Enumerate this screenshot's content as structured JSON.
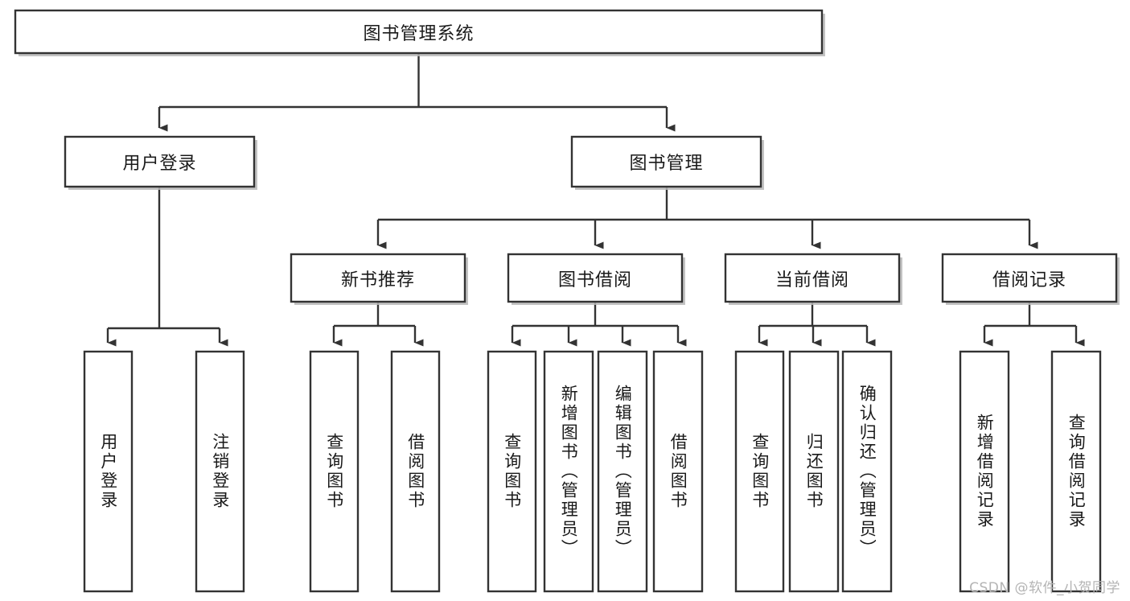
{
  "diagram": {
    "title": "图书管理系统",
    "type": "tree",
    "watermark": "CSDN @软件_小贺同学",
    "colors": {
      "stroke": "#333333",
      "fill": "#ffffff",
      "text": "#1a1a1a",
      "shadow": "#b9b9b9",
      "watermark": "#b4b4b4"
    },
    "levels": {
      "root": {
        "label": "图书管理系统"
      },
      "level2": [
        {
          "label": "用户登录"
        },
        {
          "label": "图书管理"
        }
      ],
      "level3": [
        {
          "label": "新书推荐"
        },
        {
          "label": "图书借阅"
        },
        {
          "label": "当前借阅"
        },
        {
          "label": "借阅记录"
        }
      ],
      "leaves": [
        {
          "label": "用户登录",
          "parent": "用户登录"
        },
        {
          "label": "注销登录",
          "parent": "用户登录"
        },
        {
          "label": "查询图书",
          "parent": "新书推荐"
        },
        {
          "label": "借阅图书",
          "parent": "新书推荐"
        },
        {
          "label": "查询图书",
          "parent": "图书借阅"
        },
        {
          "label": "新增图书（管理员）",
          "parent": "图书借阅"
        },
        {
          "label": "编辑图书（管理员）",
          "parent": "图书借阅"
        },
        {
          "label": "借阅图书",
          "parent": "图书借阅"
        },
        {
          "label": "查询图书",
          "parent": "当前借阅"
        },
        {
          "label": "归还图书",
          "parent": "当前借阅"
        },
        {
          "label": "确认归还（管理员）",
          "parent": "当前借阅"
        },
        {
          "label": "新增借阅记录",
          "parent": "借阅记录"
        },
        {
          "label": "查询借阅记录",
          "parent": "借阅记录"
        }
      ]
    }
  }
}
